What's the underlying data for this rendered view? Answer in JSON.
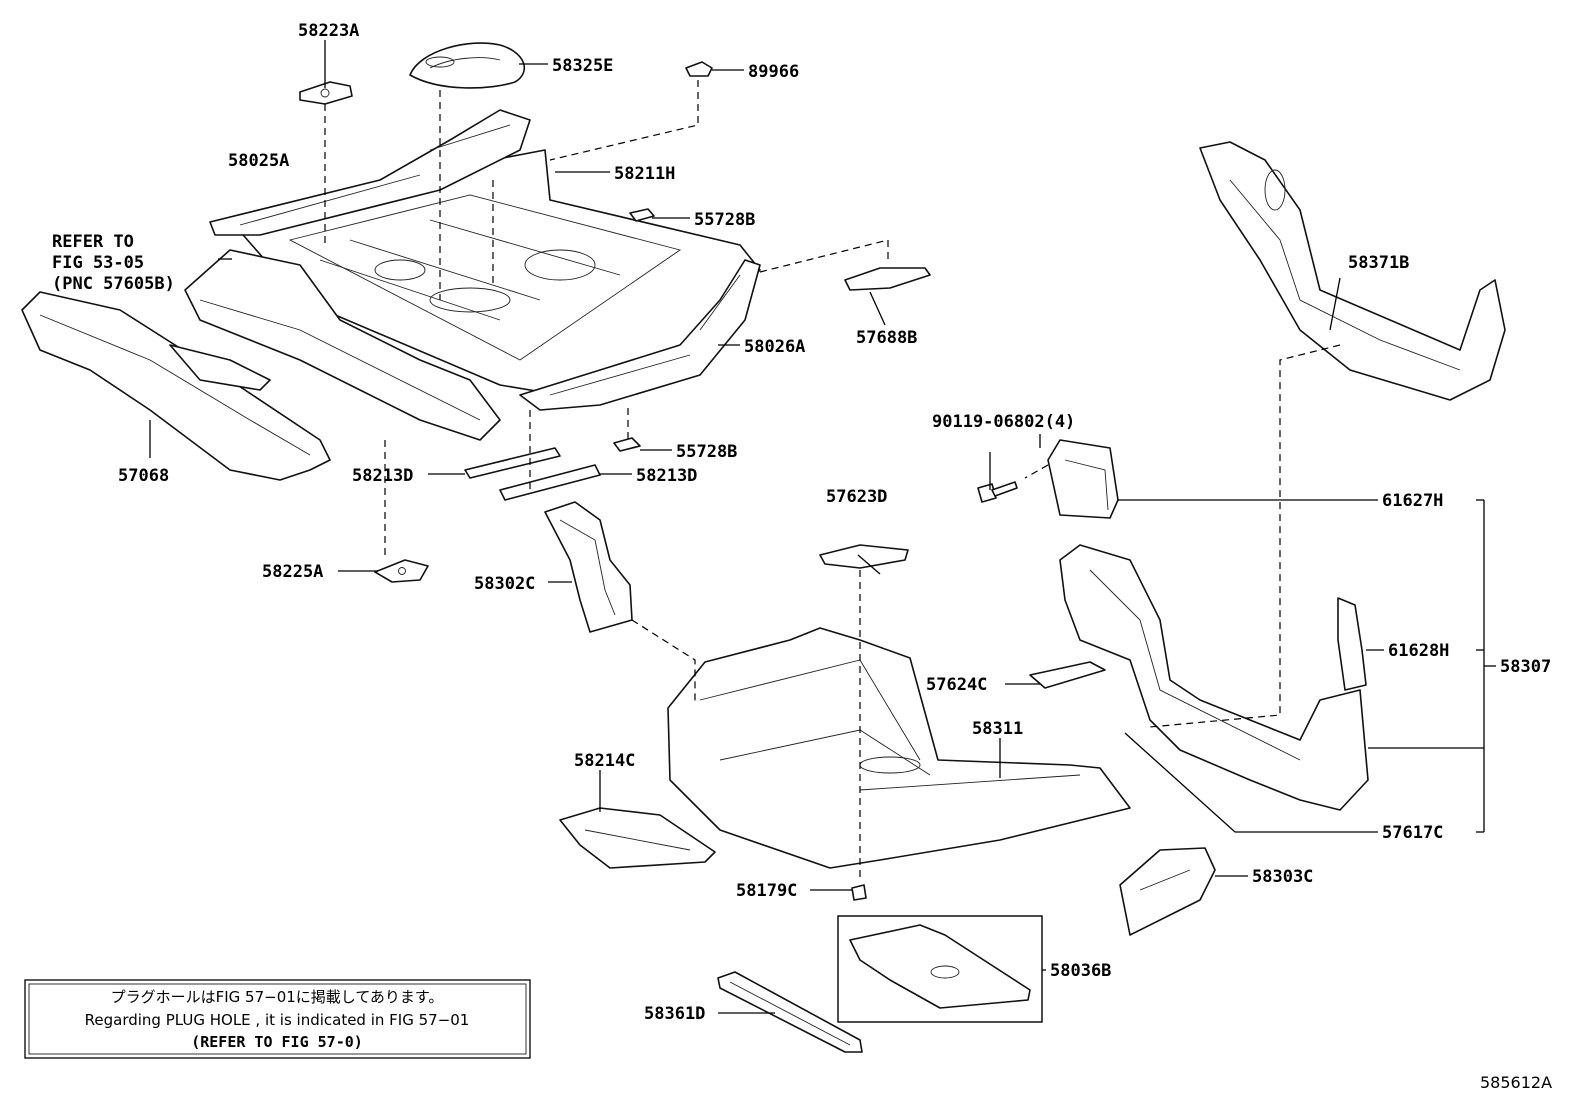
{
  "labels": {
    "p58223A": "58223A",
    "p58325E": "58325E",
    "p89966": "89966",
    "p58025A": "58025A",
    "p58211H": "58211H",
    "p55728B_top": "55728B",
    "refer_line1": "REFER TO",
    "refer_line2": "FIG 53-05",
    "refer_line3": "(PNC 57605B)",
    "p57688B": "57688B",
    "p58026A": "58026A",
    "p58371B": "58371B",
    "p57068": "57068",
    "p55728B_bot": "55728B",
    "p58213D_left": "58213D",
    "p58213D_right": "58213D",
    "p90119": "90119-06802(4)",
    "p61627H": "61627H",
    "p57623D": "57623D",
    "p58225A": "58225A",
    "p58302C": "58302C",
    "p61628H": "61628H",
    "p58307": "58307",
    "p57624C": "57624C",
    "p58311": "58311",
    "p58214C": "58214C",
    "p57617C": "57617C",
    "p58303C": "58303C",
    "p58179C": "58179C",
    "p58036B": "58036B",
    "p58361D": "58361D"
  },
  "note": {
    "line_jp": "プラグホールはFIG 57−01に掲載してあります。",
    "line_en": "Regarding  PLUG  HOLE , it is indicated in FIG  57−01",
    "line_ref": "(REFER TO FIG 57-0)"
  },
  "diagram_code": "585612A"
}
